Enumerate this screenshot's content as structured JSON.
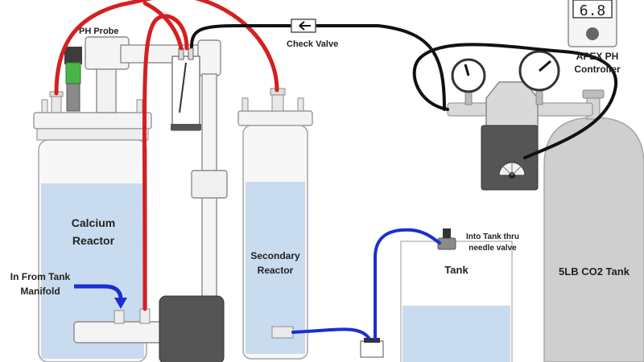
{
  "labels": {
    "ph_probe": "PH Probe",
    "check_valve": "Check Valve",
    "controller_display": "6.8",
    "controller_line1": "APEX PH",
    "controller_line2": "Controller",
    "calcium_line1": "Calcium",
    "calcium_line2": "Reactor",
    "secondary_line1": "Secondary",
    "secondary_line2": "Reactor",
    "inlet_line1": "In From Tank",
    "inlet_line2": "Manifold",
    "needle_line1": "Into Tank thru",
    "needle_line2": "needle valve",
    "tank": "Tank",
    "co2_tank": "5LB CO2 Tank"
  },
  "colors": {
    "red_tubing": "#d42020",
    "black_tubing": "#111111",
    "blue_tubing": "#1a2fd0",
    "water": "#c9dbee",
    "cylinder": "#cfcfcf",
    "pump": "#555555",
    "probe_tip": "#47b548"
  }
}
